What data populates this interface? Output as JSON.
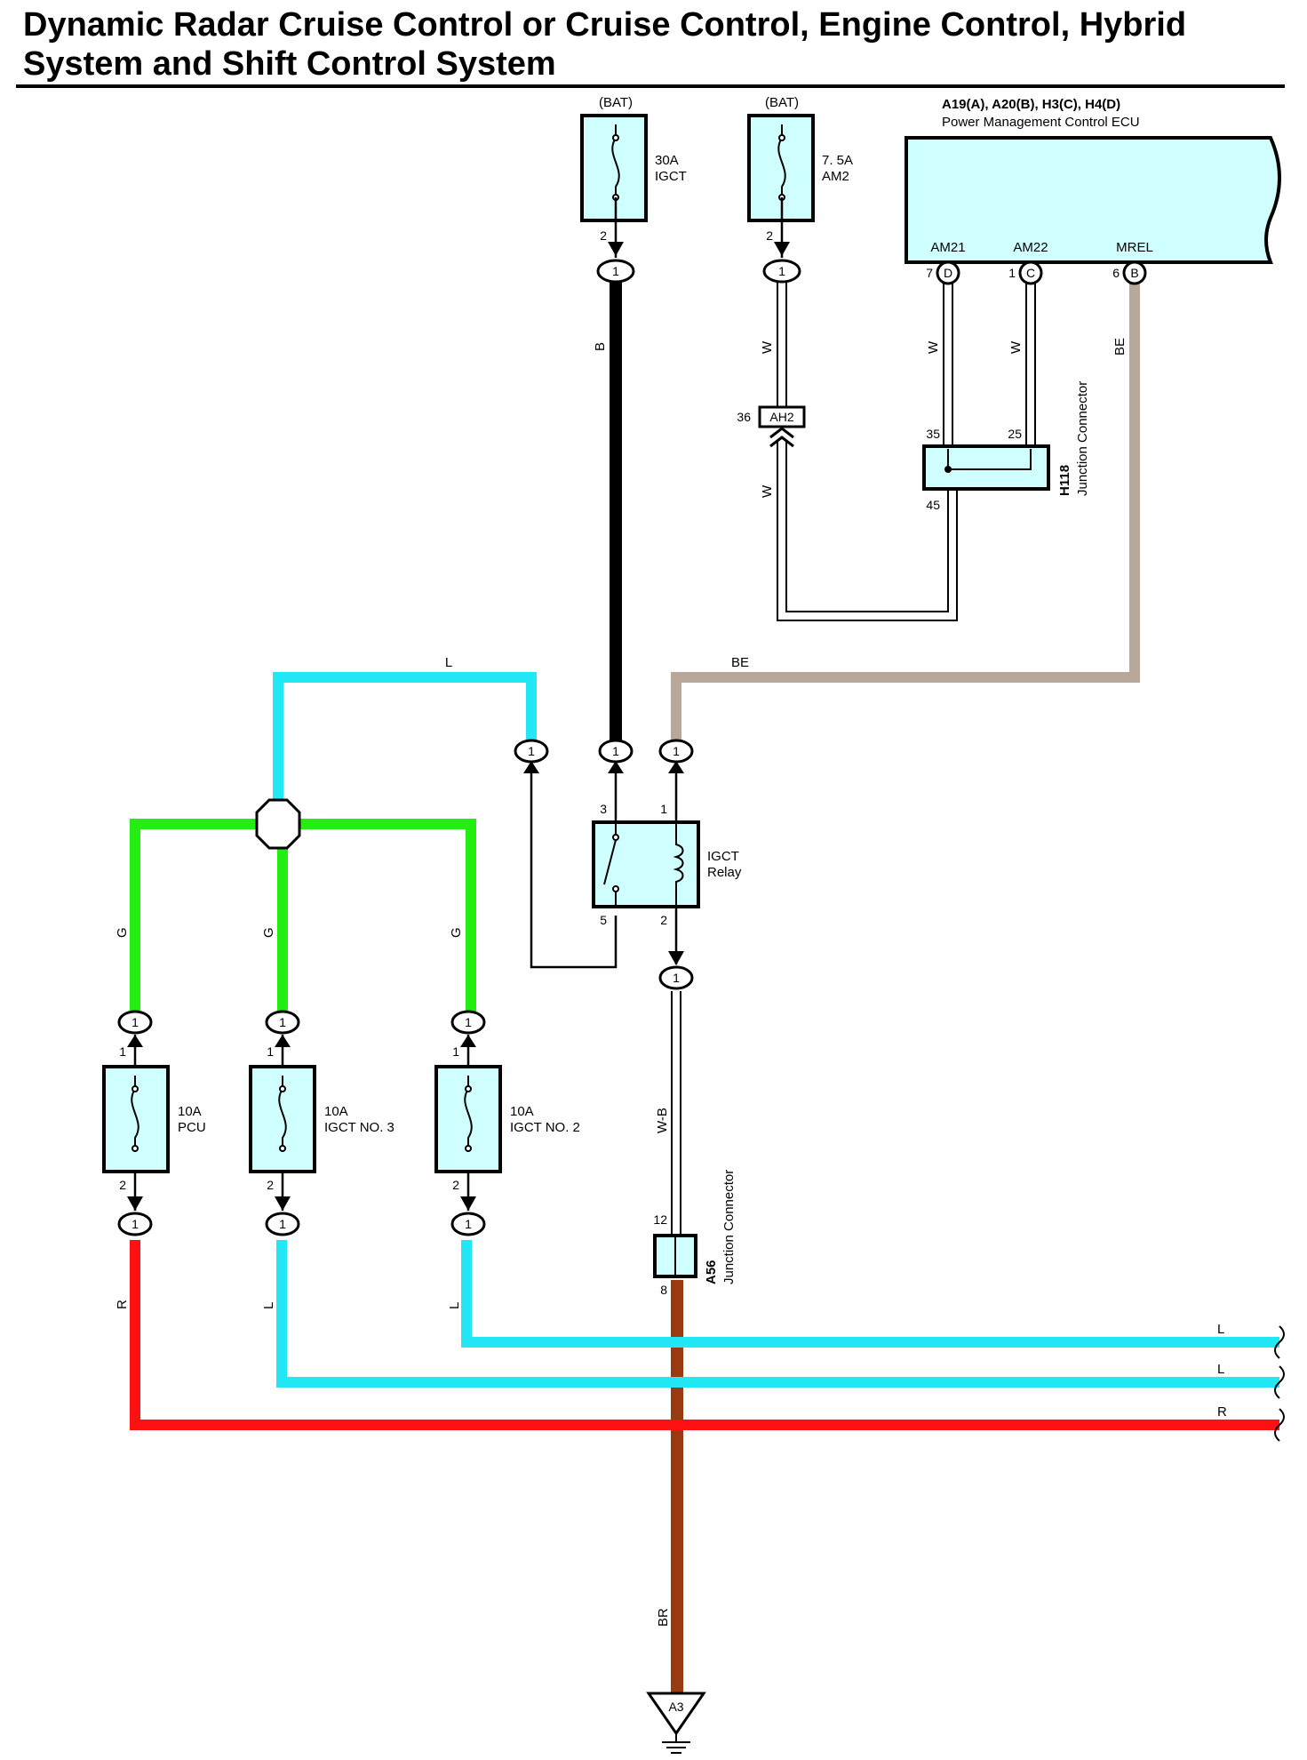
{
  "title": "Dynamic Radar Cruise Control or Cruise Control, Engine Control, Hybrid System and Shift Control System",
  "colors": {
    "component_fill": "#cfffff",
    "wire_L": "#22e8f5",
    "wire_G": "#22ee11",
    "wire_R": "#ff1111",
    "wire_BE": "#b8a899",
    "wire_BR": "#9a3a10",
    "wire_B": "#000000",
    "wire_W": "#ffffff"
  },
  "fuses": {
    "igct30": {
      "source": "(BAT)",
      "rating": "30A",
      "name": "IGCT",
      "pin_out": "2",
      "conn": "1"
    },
    "am2": {
      "source": "(BAT)",
      "rating": "7. 5A",
      "name": "AM2",
      "pin_out": "2",
      "conn": "1"
    },
    "pcu": {
      "rating": "10A",
      "name": "PCU",
      "pin_in": "1",
      "pin_out": "2",
      "conn_top": "1",
      "conn_bot": "1"
    },
    "igct3": {
      "rating": "10A",
      "name": "IGCT NO. 3",
      "pin_in": "1",
      "pin_out": "2",
      "conn_top": "1",
      "conn_bot": "1"
    },
    "igct2": {
      "rating": "10A",
      "name": "IGCT NO. 2",
      "pin_in": "1",
      "pin_out": "2",
      "conn_top": "1",
      "conn_bot": "1"
    }
  },
  "ecu": {
    "connectors": "A19(A), A20(B), H3(C), H4(D)",
    "name": "Power Management Control ECU",
    "terminals": [
      {
        "name": "AM21",
        "pin": "7",
        "letter": "D"
      },
      {
        "name": "AM22",
        "pin": "1",
        "letter": "C"
      },
      {
        "name": "MREL",
        "pin": "6",
        "letter": "B"
      }
    ]
  },
  "junction_h118": {
    "code": "H118",
    "name": "Junction Connector",
    "pins": [
      "35",
      "25",
      "45"
    ]
  },
  "junction_ah2": {
    "code": "AH2",
    "pin": "36"
  },
  "relay": {
    "name_line1": "IGCT",
    "name_line2": "Relay",
    "pins": [
      "3",
      "1",
      "5",
      "2"
    ],
    "conns": [
      "1",
      "1",
      "1",
      "1"
    ]
  },
  "junction_a56": {
    "code": "A56",
    "name": "Junction Connector",
    "pin_in": "12",
    "pin_out": "8"
  },
  "ground": {
    "code": "A3"
  },
  "wire_labels": {
    "b_main": "B",
    "w_am2_top": "W",
    "w_am2_bot": "W",
    "w_am21": "W",
    "w_am22": "W",
    "be_vertical": "BE",
    "be_horizontal": "BE",
    "l_top": "L",
    "g_pcu": "G",
    "g_igct3": "G",
    "g_igct2": "G",
    "wb": "W-B",
    "r_pcu": "R",
    "l_igct3": "L",
    "l_igct2": "L",
    "out_l1": "L",
    "out_l2": "L",
    "out_r": "R",
    "br": "BR"
  }
}
